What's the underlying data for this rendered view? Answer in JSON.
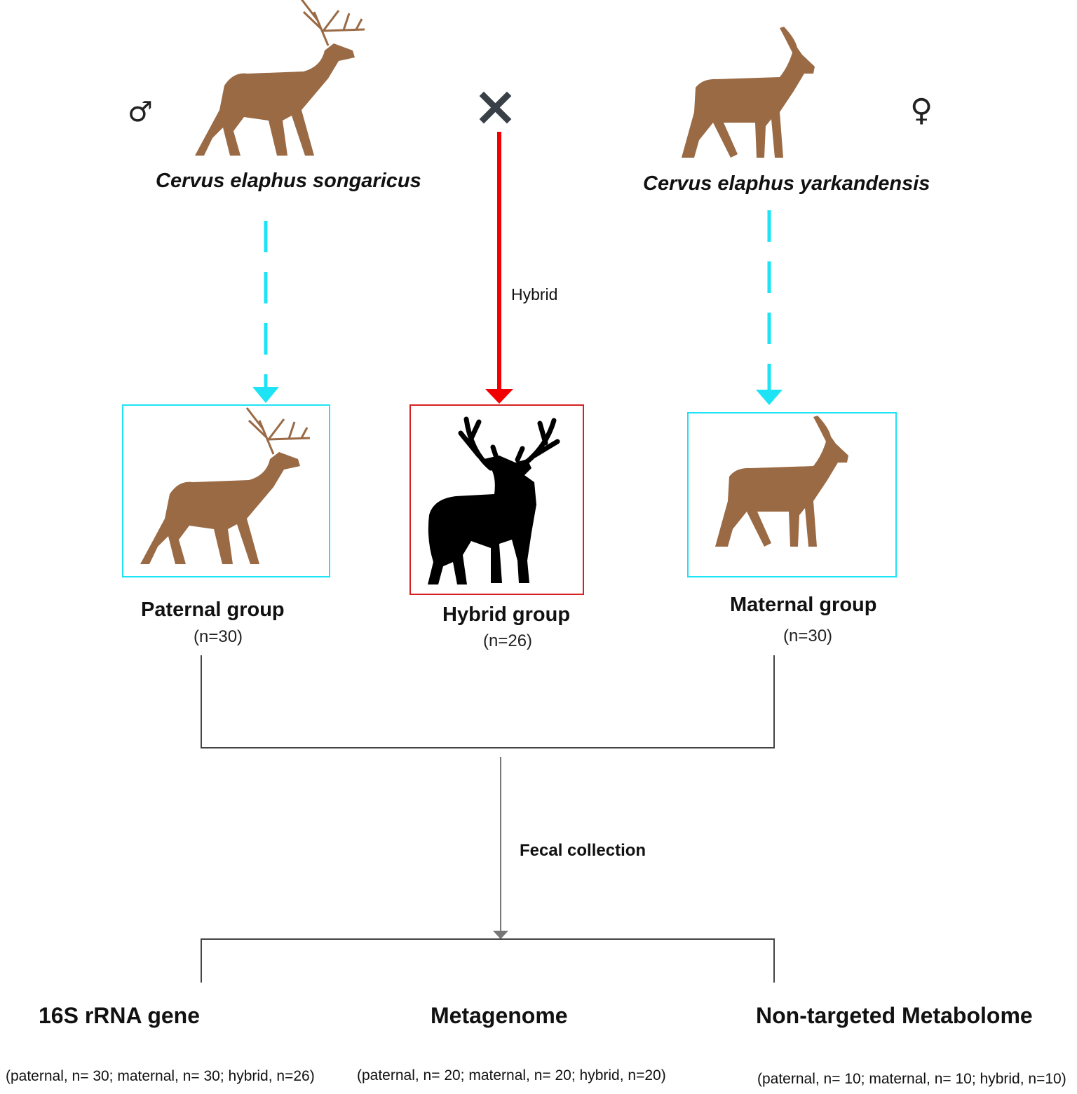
{
  "colors": {
    "deer_brown": "#9A6A45",
    "hybrid_black": "#000000",
    "dashed_arrow": "#1EE3F5",
    "hybrid_arrow": "#F00000",
    "hybrid_box": "#D62020",
    "cross_symbol": "#3A4048",
    "connector_line": "#444444"
  },
  "icons": {
    "male_symbol": "male-sign-icon",
    "female_symbol": "female-sign-icon",
    "cross": "cross-x-icon"
  },
  "parents": {
    "male_symbol": "♂",
    "female_symbol": "♀",
    "paternal_species": "Cervus elaphus songaricus",
    "maternal_species": "Cervus elaphus yarkandensis"
  },
  "hybrid_arrow_label": "Hybrid",
  "groups": {
    "paternal": {
      "title": "Paternal group",
      "n": "(n=30)"
    },
    "hybrid": {
      "title": "Hybrid group",
      "n": "(n=26)"
    },
    "maternal": {
      "title": "Maternal group",
      "n": "(n=30)"
    }
  },
  "collection_label": "Fecal collection",
  "methods": [
    {
      "title": "16S rRNA gene",
      "n": "(paternal, n= 30; maternal, n= 30; hybrid, n=26)"
    },
    {
      "title": "Metagenome",
      "n": "(paternal, n= 20; maternal, n= 20; hybrid, n=20)"
    },
    {
      "title": "Non-targeted Metabolome",
      "n": "(paternal, n= 10; maternal, n= 10; hybrid, n=10)"
    }
  ]
}
